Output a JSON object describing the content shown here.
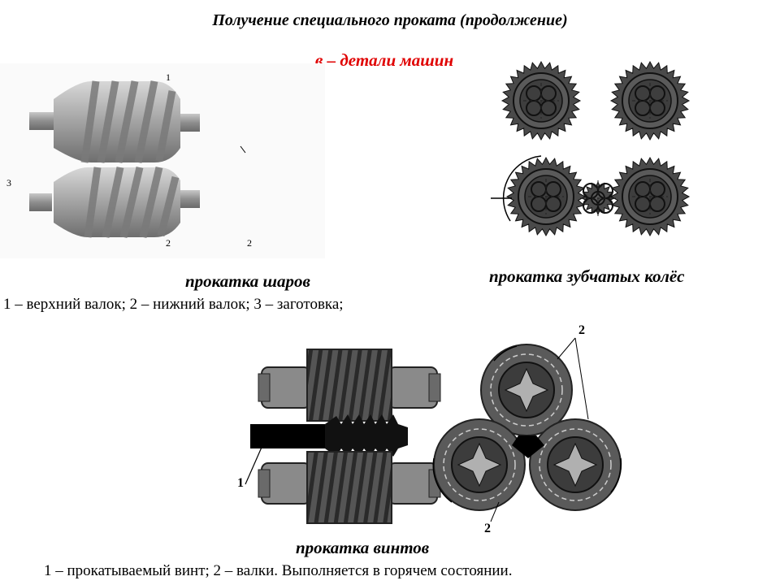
{
  "title": "Получение специального проката (продолжение)",
  "subtitle": "в – детали машин",
  "balls": {
    "caption": "прокатка шаров",
    "legend": "1 – верхний валок; 2 – нижний валок; 3 – заготовка;",
    "label_1": "1",
    "label_2a": "2",
    "label_2b": "2",
    "label_3": "3"
  },
  "gears": {
    "caption": "прокатка зубчатых колёс"
  },
  "screws": {
    "caption": "прокатка винтов",
    "legend": "1 – прокатываемый винт; 2 – валки. Выполняется в горячем состоянии.",
    "label_1": "1",
    "label_2_top": "2",
    "label_2_bottom": "2"
  },
  "colors": {
    "subtitle": "#e00000",
    "roll_metal": "#9a9a9a",
    "gear_dark": "#4a4a4a"
  }
}
